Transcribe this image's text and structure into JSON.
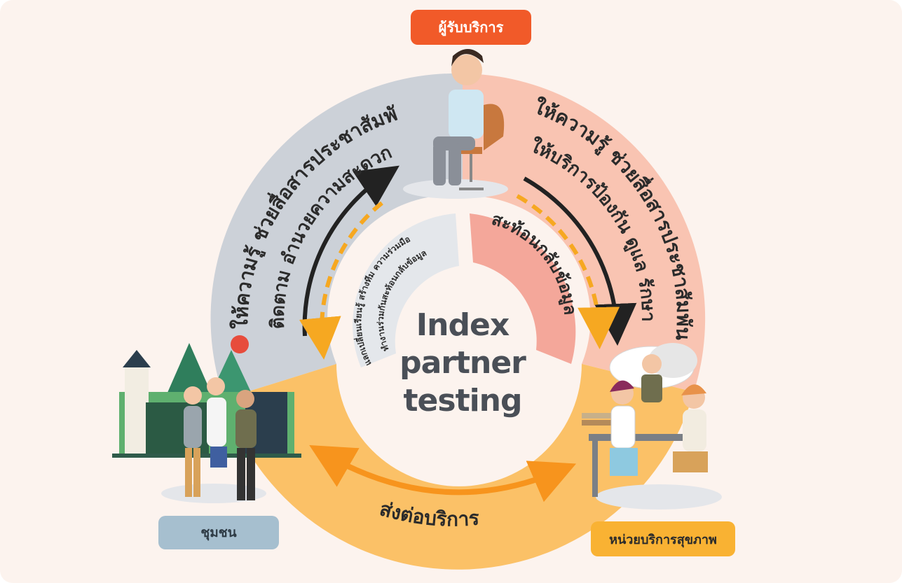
{
  "labels": {
    "top": "ผู้รับบริการ",
    "left": "ชุมชน",
    "right": "หน่วยบริการสุขภาพ"
  },
  "center": {
    "line1": "Index",
    "line2": "partner",
    "line3": "testing"
  },
  "arcs": {
    "left_outer": "ให้ความรู้ ช่วยสื่อสารประชาสัมพันธ์",
    "left_inner": "ติดตาม อำนวยความสะดวก",
    "right_outer": "ให้ความรู้ ช่วยสื่อสารประชาสัมพันธ์",
    "right_inner": "ให้บริการป้องกัน ดูแล รักษา",
    "bottom": "ส่งต่อบริการ",
    "inner_left_1": "แลกเปลี่ยนเรียนรู้ สร้างทีม ความร่วมมือ",
    "inner_left_2": "ทำงานร่วมกันสะท้อนกลับข้อมูล",
    "inner_right": "สะท้อนกลับข้อมูล"
  },
  "colors": {
    "gray_segment": "#ccd1d8",
    "pink_segment": "#f9c4b2",
    "orange_segment": "#fbc167",
    "accent_orange": "#f15a29",
    "dashed_arrow": "#f6a821",
    "solid_arrow": "#222222",
    "bottom_arrow": "#f7941d"
  },
  "icons": [
    "seated-client-illustration",
    "community-village-illustration",
    "health-service-illustration"
  ]
}
